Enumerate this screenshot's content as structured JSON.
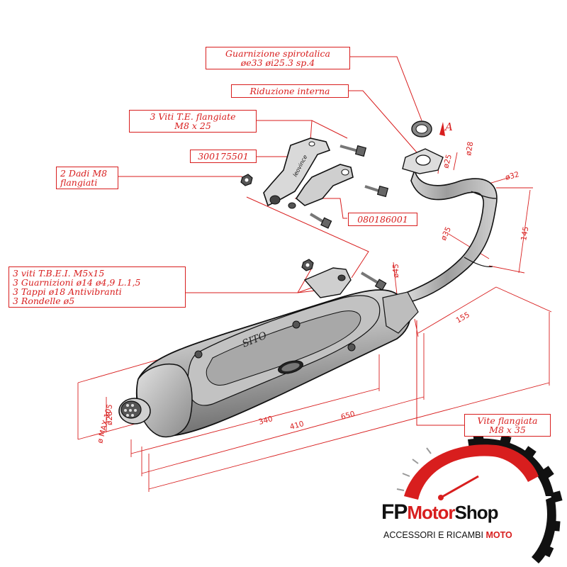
{
  "labels": {
    "guarnizione": [
      "Guarnizione spirotalica",
      "øe33 øi25.3 sp.4"
    ],
    "riduzione": "Riduzione interna",
    "viti_te": [
      "3 Viti T.E. flangiate",
      "M8 x 25"
    ],
    "code_bracket": "300175501",
    "dadi": [
      "2 Dadi M8",
      "flangiati"
    ],
    "code_clamp": "080186001",
    "kit": [
      "3 viti T.B.E.I. M5x15",
      "3 Guarnizioni ø14 ø4,9 L.1,5",
      "3 Tappi ø18 Antivibranti",
      "3 Rondelle ø5"
    ],
    "vite_flangiata": [
      "Vite flangiata",
      "M8 x 35"
    ],
    "view_a": "A"
  },
  "dimensions": {
    "d340": "340",
    "d410": "410",
    "d650": "650",
    "d155": "155",
    "d145": "145",
    "d45": "ø45",
    "d35": "ø35",
    "d32": "ø32",
    "d28_top": "ø28",
    "d25": "ø25",
    "d28_outlet": "ø28",
    "dmax": "ø MAX 105"
  },
  "product": {
    "body_text": "SITO",
    "bracket_text": "leovince"
  },
  "logo": {
    "fp": "FP",
    "motor": "Motor",
    "shop": "Shop",
    "tagline_prefix": "ACCESSORI E RICAMBI ",
    "tagline_moto": "MOTO"
  },
  "colors": {
    "accent": "#d81e1e",
    "ink": "#111111",
    "shade": "#9a9a9a"
  }
}
